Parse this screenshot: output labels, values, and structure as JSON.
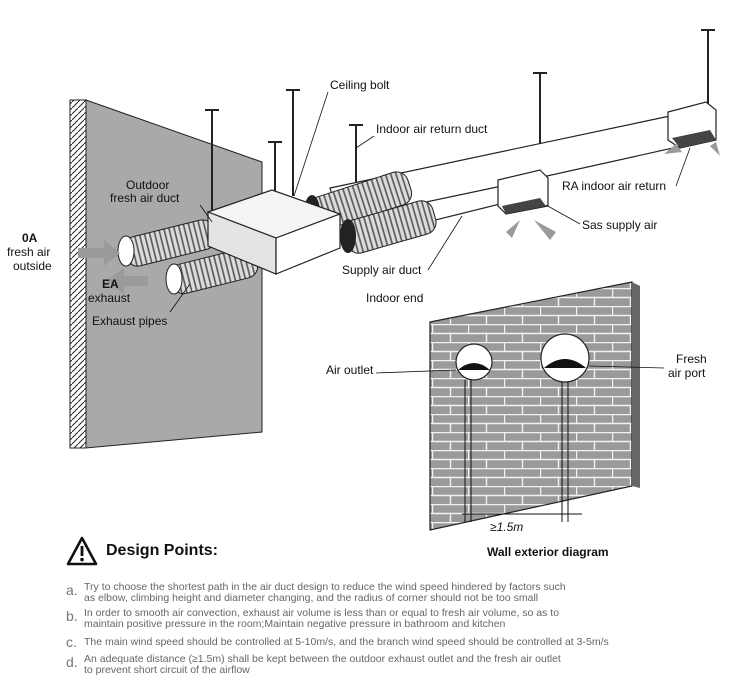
{
  "labels": {
    "ceiling_bolt": "Ceiling bolt",
    "indoor_air_return_duct": "Indoor air return duct",
    "outdoor_fresh_air_duct_1": "Outdoor",
    "outdoor_fresh_air_duct_2": "fresh air duct",
    "oa_1": "0A",
    "oa_2": "fresh air",
    "oa_3": "outside",
    "ea_1": "EA",
    "ea_2": "exhaust",
    "exhaust_pipes": "Exhaust pipes",
    "supply_air_duct": "Supply air duct",
    "indoor_end": "Indoor end",
    "ra_indoor_air_return": "RA indoor air return",
    "sas_supply_air": "Sas supply air",
    "air_outlet": "Air outlet",
    "fresh_air_port_1": "Fresh",
    "fresh_air_port_2": "air port",
    "distance": "≥1.5m"
  },
  "wall_caption": "Wall exterior diagram",
  "design_title": "Design Points:",
  "points": [
    {
      "letter": "a.",
      "line1": "Try to choose the shortest path in the air duct design to reduce the wind speed hindered by factors such",
      "line2": "as elbow, climbing height and diameter changing, and the radius of corner should not be too small"
    },
    {
      "letter": "b.",
      "line1": "In order to smooth air convection, exhaust air volume is less than or equal to fresh air volume, so as to",
      "line2": "maintain positive pressure in the room;Maintain negative pressure in bathroom and kitchen"
    },
    {
      "letter": "c.",
      "line1": "The main wind speed should be controlled at 5-10m/s, and the branch wind speed should be controlled at 3-5m/s",
      "line2": ""
    },
    {
      "letter": "d.",
      "line1": "An adequate distance (≥1.5m) shall be kept between the outdoor exhaust outlet and the fresh air outlet",
      "line2": "to prevent short circuit of the airflow"
    }
  ]
}
